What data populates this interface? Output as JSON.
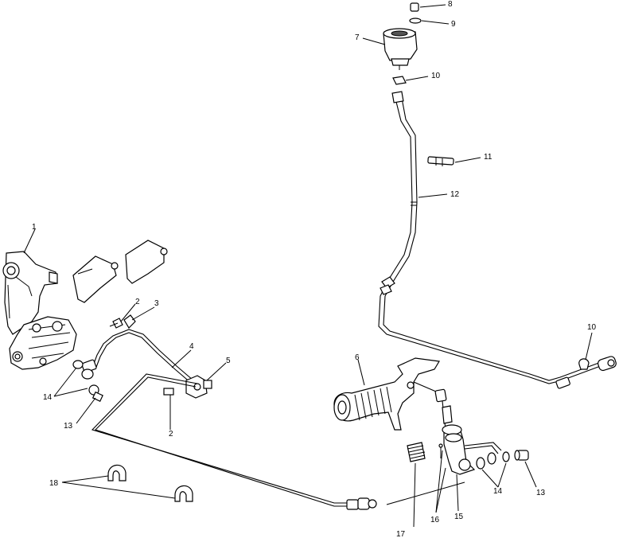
{
  "diagram": {
    "type": "exploded parts diagram",
    "callouts": [
      "1",
      "2",
      "2",
      "3",
      "4",
      "5",
      "6",
      "7",
      "8",
      "9",
      "10",
      "10",
      "11",
      "12",
      "13",
      "13",
      "14",
      "14",
      "15",
      "16",
      "17",
      "18"
    ]
  },
  "labels": {
    "c1": "1",
    "c2a": "2",
    "c2b": "2",
    "c3": "3",
    "c4": "4",
    "c5": "5",
    "c6": "6",
    "c7": "7",
    "c8": "8",
    "c9": "9",
    "c10a": "10",
    "c10b": "10",
    "c11": "11",
    "c12": "12",
    "c13a": "13",
    "c13b": "13",
    "c14a": "14",
    "c14b": "14",
    "c15": "15",
    "c16": "16",
    "c17": "17",
    "c18": "18"
  }
}
